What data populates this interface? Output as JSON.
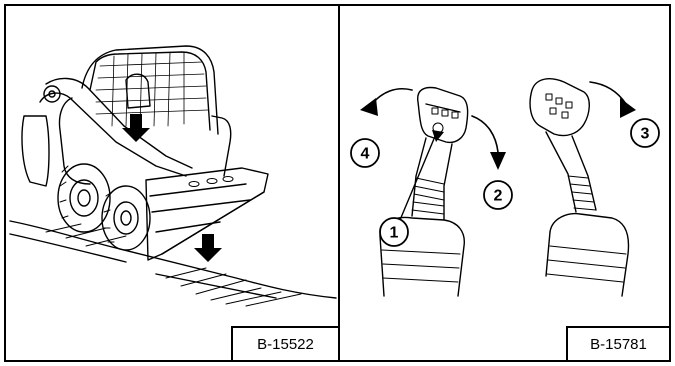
{
  "panels": {
    "left": {
      "ref_label": "B-15522"
    },
    "right": {
      "ref_label": "B-15781",
      "callouts": [
        "1",
        "2",
        "3",
        "4"
      ]
    }
  },
  "colors": {
    "line": "#000000",
    "background": "#ffffff"
  }
}
